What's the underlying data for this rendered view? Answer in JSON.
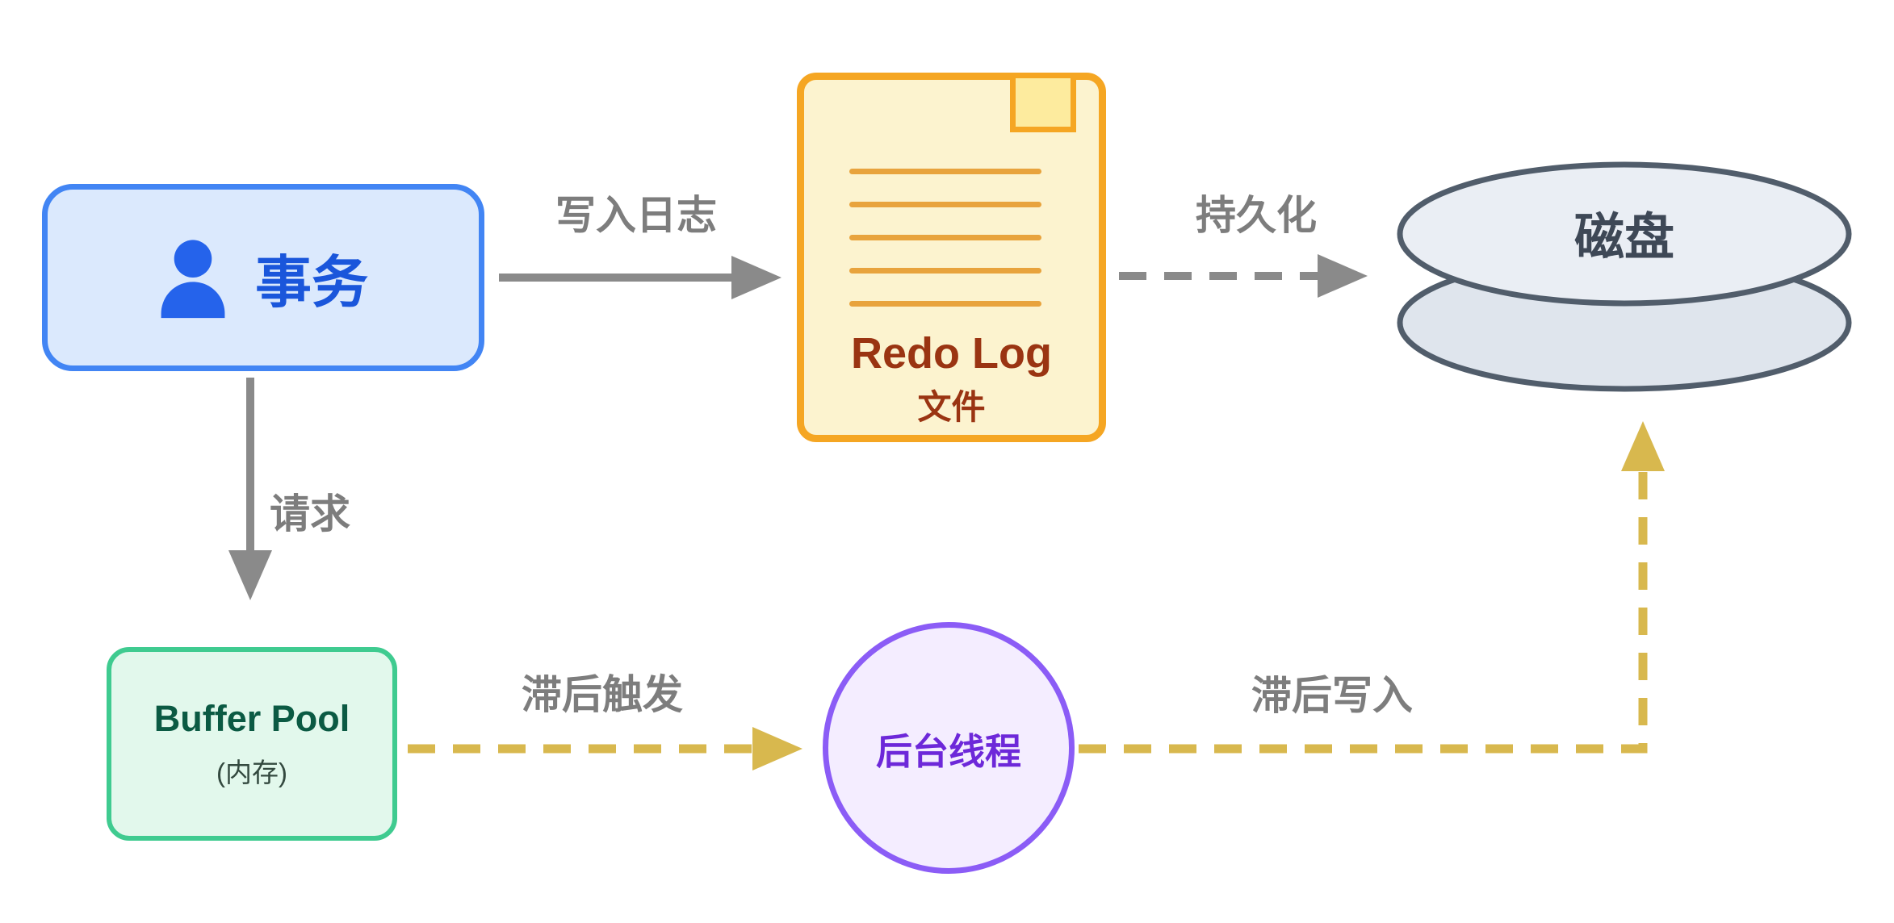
{
  "colors": {
    "blue-border": "#4285f4",
    "blue-fill": "#dbe9fd",
    "blue-text": "#1a56db",
    "user-icon": "#2563eb",
    "gray": "#7d7d7d",
    "arrow-gray": "#8a8a8a",
    "doc-border": "#f5a623",
    "doc-fill": "#fcf3cf",
    "doc-corner": "#fdeb9e",
    "doc-line": "#e8a33d",
    "doc-text": "#9a3412",
    "disk-stroke": "#515d6b",
    "disk-fill-top": "#eaeef4",
    "disk-fill-bottom": "#dfe5ed",
    "disk-text": "#3e4856",
    "green-border": "#3fcb90",
    "green-fill": "#e2f8ec",
    "green-text": "#0b5a43",
    "green-subtext": "#33493f",
    "purple-border": "#8b5cf6",
    "purple-fill": "#f4edff",
    "purple-text": "#6d28d9",
    "yellow-arrow": "#d8b84e"
  },
  "nodes": {
    "transaction": {
      "label": "事务"
    },
    "redo_log": {
      "title": "Redo Log",
      "subtitle": "文件"
    },
    "disk": {
      "label": "磁盘"
    },
    "buffer_pool": {
      "title": "Buffer Pool",
      "subtitle": "(内存)"
    },
    "background_thread": {
      "label": "后台线程"
    }
  },
  "edges": {
    "write_log": {
      "label": "写入日志",
      "style": "solid",
      "color": "gray"
    },
    "persist": {
      "label": "持久化",
      "style": "dashed",
      "color": "gray"
    },
    "request": {
      "label": "请求",
      "style": "solid",
      "color": "gray"
    },
    "delayed_trigger": {
      "label": "滞后触发",
      "style": "dashed",
      "color": "yellow"
    },
    "delayed_write": {
      "label": "滞后写入",
      "style": "dashed",
      "color": "yellow"
    }
  }
}
